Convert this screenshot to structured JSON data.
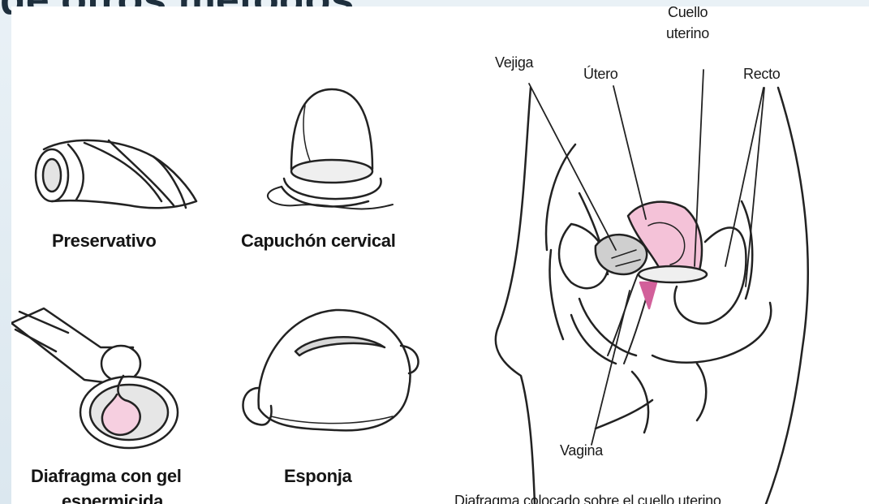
{
  "slide": {
    "title": "de otros métodos:"
  },
  "devices": {
    "condom": "Preservativo",
    "cervical_cap": "Capuchón cervical",
    "diaphragm_gel_line1": "Diafragma con gel",
    "diaphragm_gel_line2": "espermicida",
    "sponge": "Esponja"
  },
  "anatomy": {
    "bladder": "Vejiga",
    "uterus": "Útero",
    "cervix_line1": "Cuello",
    "cervix_line2": "uterino",
    "rectum": "Recto",
    "vagina": "Vagina",
    "caption": "Diafragma colocado sobre el cuello uterino"
  },
  "colors": {
    "uterus_pink": "#f4c2d8",
    "gel_pink": "#f6cfe0",
    "vagina_magenta": "#d2609a",
    "line": "#222222"
  }
}
